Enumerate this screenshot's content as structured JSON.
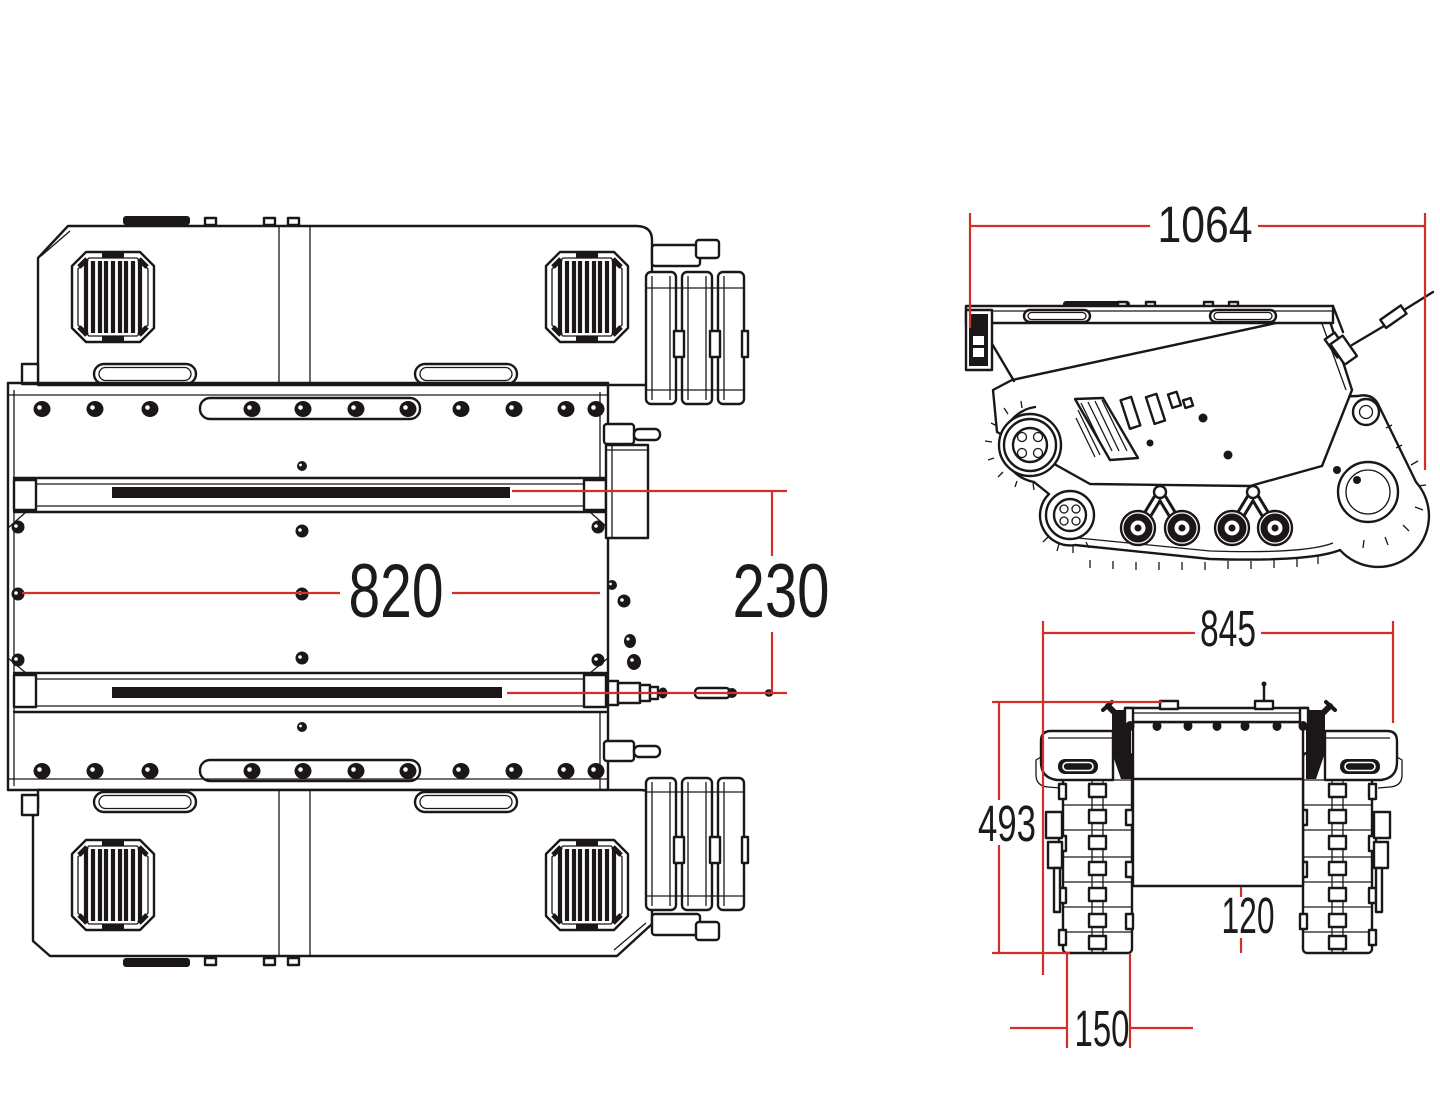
{
  "page": {
    "background": "#ffffff"
  },
  "colors": {
    "line": "#1b1718",
    "dimension_red": "#cf3029",
    "text": "#1d1a1b"
  },
  "views": {
    "top": {
      "dimensions": {
        "inner_length": "820",
        "rear_offset": "230"
      }
    },
    "side": {
      "dimensions": {
        "overall_length": "1064"
      }
    },
    "front": {
      "dimensions": {
        "overall_width": "845",
        "overall_height": "493",
        "ground_clearance": "120",
        "track_width": "150"
      }
    }
  }
}
